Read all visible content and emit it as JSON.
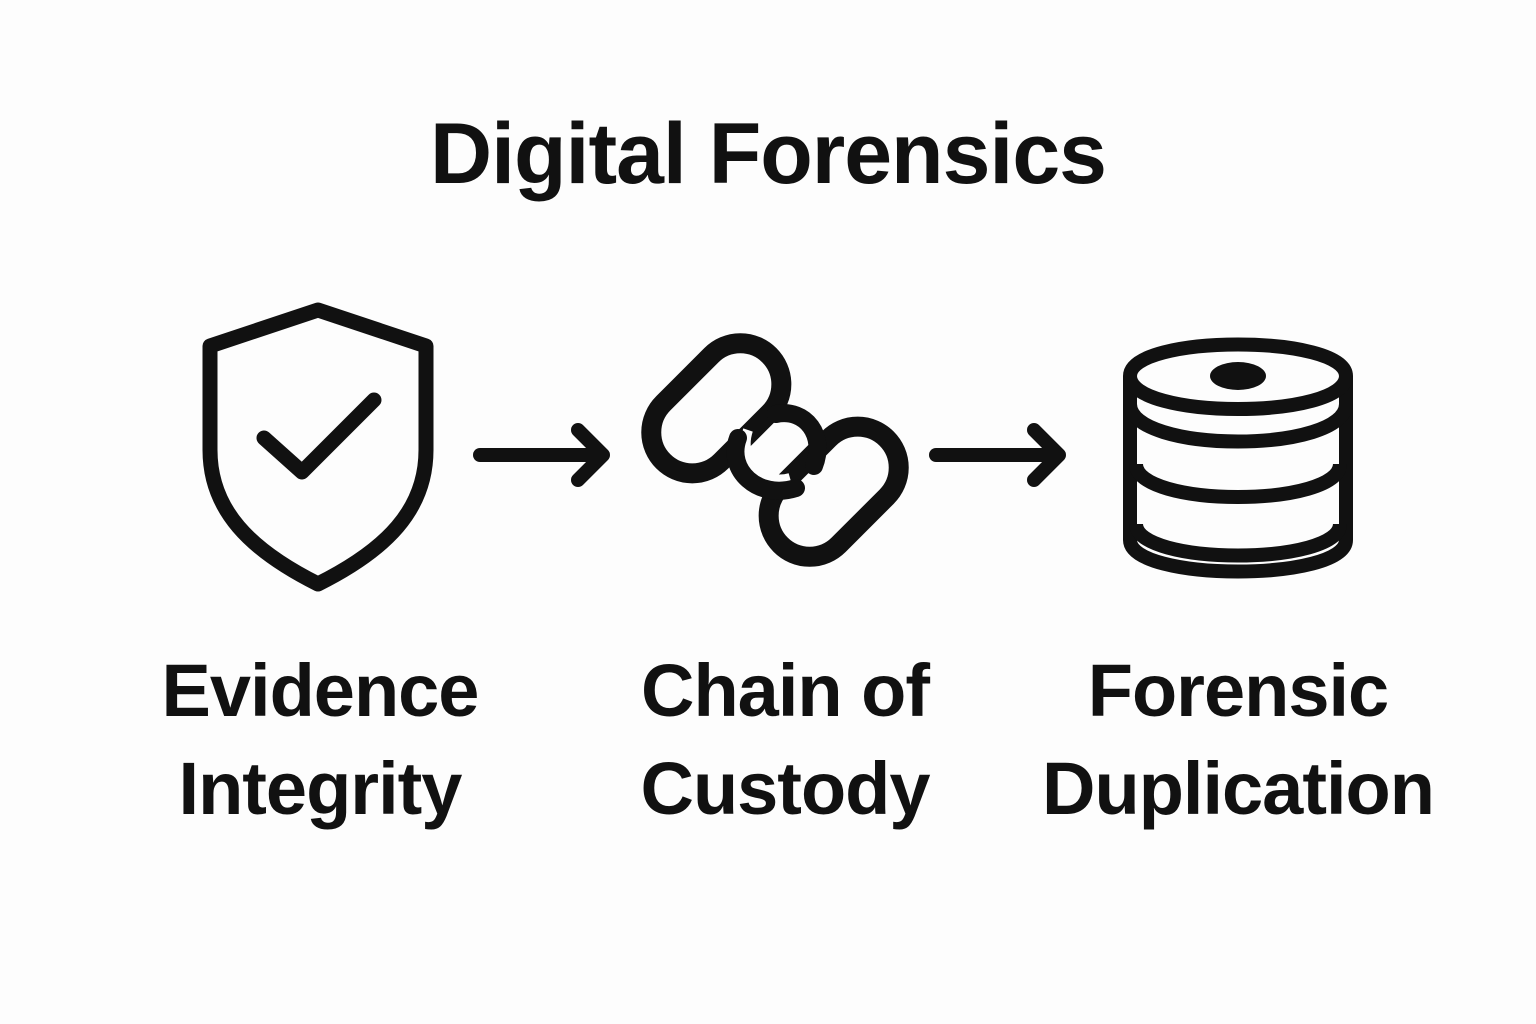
{
  "diagram": {
    "title": "Digital Forensics",
    "steps": [
      {
        "icon": "shield-check-icon",
        "label_line1": "Evidence",
        "label_line2": "Integrity"
      },
      {
        "icon": "chain-link-icon",
        "label_line1": "Chain of",
        "label_line2": "Custody"
      },
      {
        "icon": "disk-stack-icon",
        "label_line1": "Forensic",
        "label_line2": "Duplication"
      }
    ],
    "connectors": [
      "right-arrow-icon",
      "right-arrow-icon"
    ],
    "colors": {
      "ink": "#111111",
      "background": "#fdfdfd"
    }
  }
}
